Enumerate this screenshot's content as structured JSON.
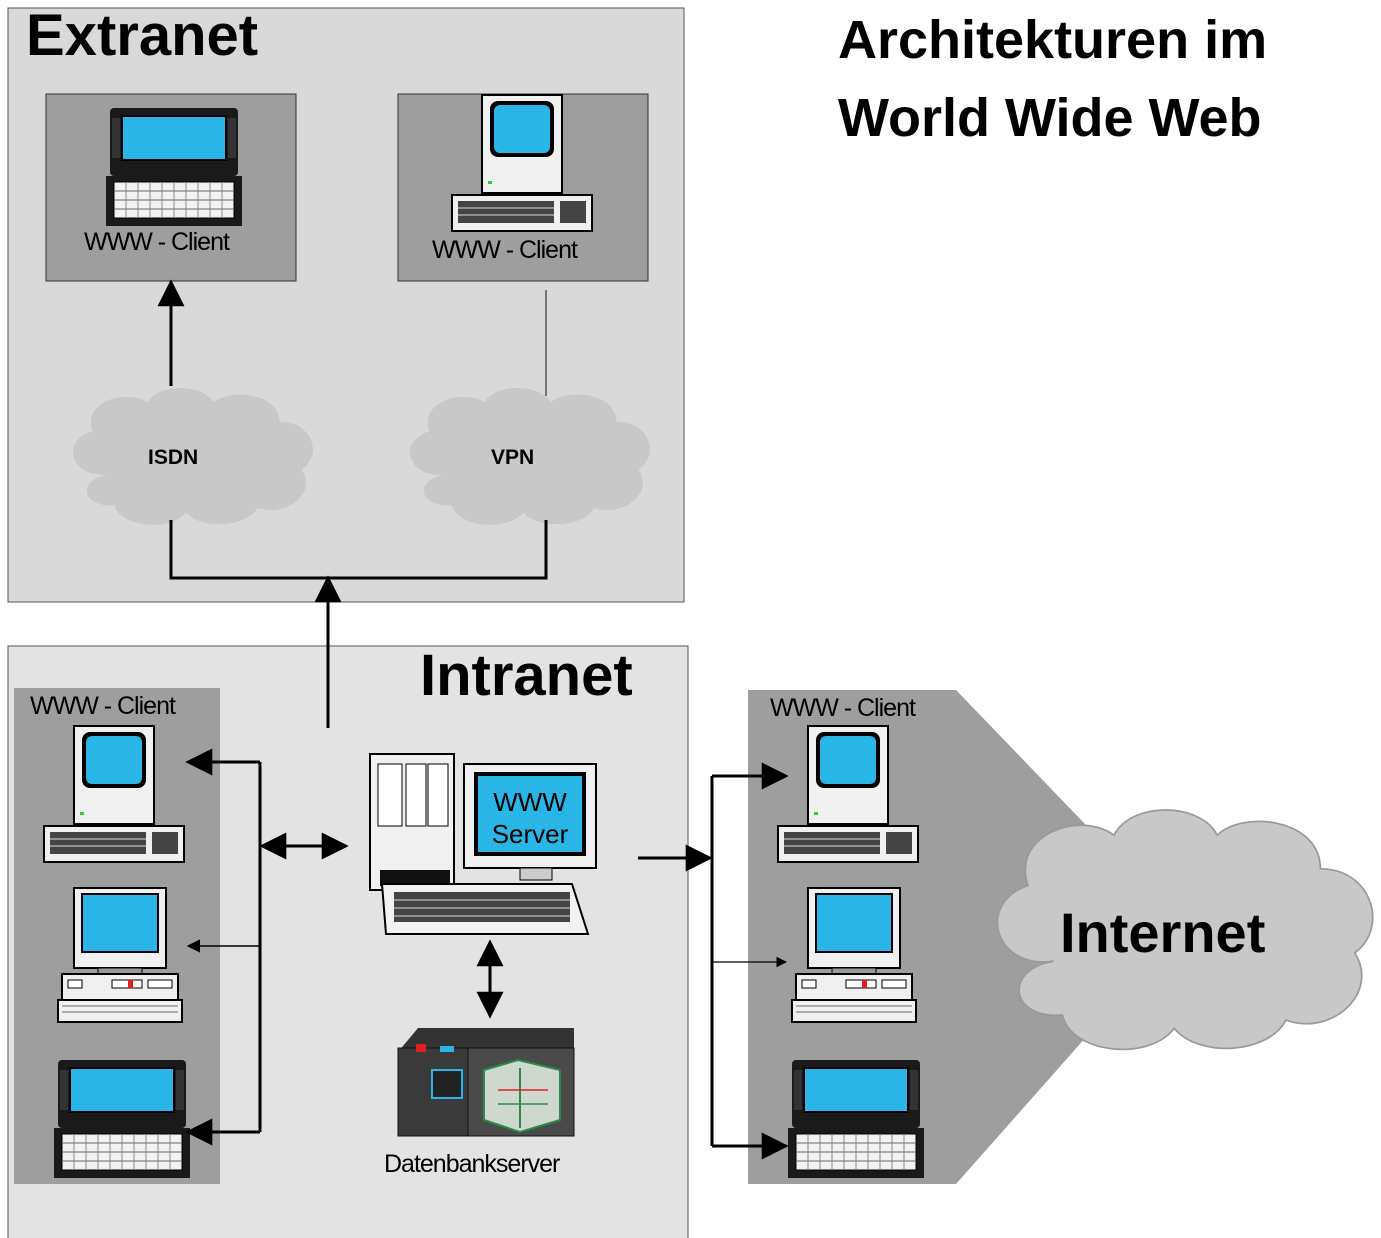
{
  "title": {
    "line1": "Architekturen im",
    "line2": "World Wide Web"
  },
  "extranet": {
    "label": "Extranet",
    "client_left_label": "WWW - Client",
    "client_right_label": "WWW - Client",
    "clouds": [
      "ISDN",
      "VPN"
    ]
  },
  "intranet": {
    "label": "Intranet",
    "clients_label": "WWW - Client",
    "server_screen": [
      "WWW",
      "Server"
    ],
    "db_label": "Datenbankserver"
  },
  "internet": {
    "clients_label": "WWW - Client",
    "cloud_label": "Internet"
  },
  "colors": {
    "panel": "#d9d9d9",
    "panel_dark": "#9e9e9e",
    "screen": "#29b6e6",
    "cloud": "#c8c8c8"
  }
}
